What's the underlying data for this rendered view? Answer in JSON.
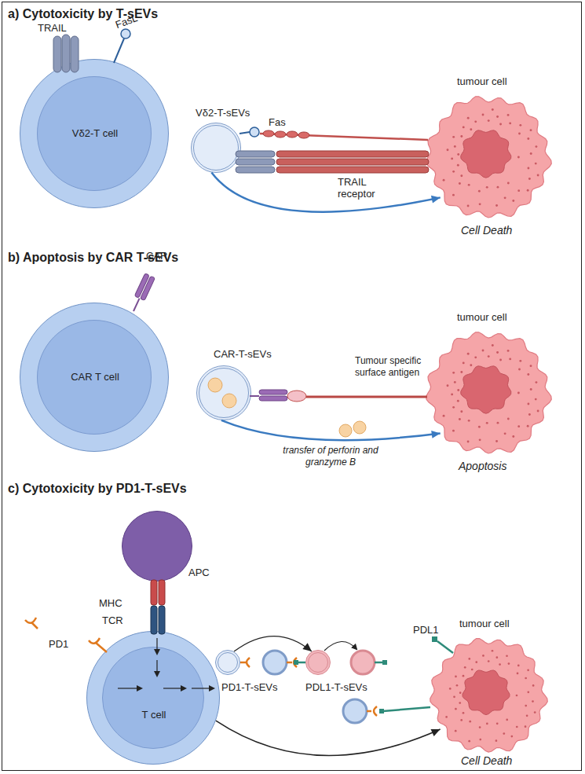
{
  "diagram": {
    "nodes": [
      {
        "text": [
          "Vδ2-T cell"
        ]
      },
      {
        "text": [
          "Vδ2-T-sEVs"
        ]
      },
      {
        "text": [
          "tumour cell",
          "Cell Death"
        ]
      },
      {
        "text": [
          "CAR T cell"
        ]
      },
      {
        "text": [
          "CAR-T-sEVs"
        ]
      },
      {
        "text": [
          "tumour cell",
          "Apoptosis"
        ]
      },
      {
        "text": [
          "APC"
        ]
      },
      {
        "text": [
          "T cell"
        ]
      },
      {
        "text": [
          "PD1-T-sEVs"
        ]
      },
      {
        "text": [
          "PDL1-T-sEVs"
        ]
      },
      {
        "text": [
          "tumour cell",
          "Cell Death"
        ]
      }
    ],
    "edges": [
      {
        "from": 1,
        "to": 2,
        "arrow": "to"
      },
      {
        "from": 4,
        "to": 5,
        "label": "transfer of perforin and granzyme B",
        "arrow": "to"
      },
      {
        "from": 8,
        "to": 9,
        "arrow": "to"
      },
      {
        "from": 7,
        "to": 10,
        "arrow": "to"
      }
    ],
    "labels": [
      "a) Cytotoxicity by T-sEVs",
      "TRAIL",
      "FasL",
      "Fas",
      "TRAIL receptor",
      "b) Apoptosis by CAR T-sEVs",
      "CAR",
      "Tumour specific surface antigen",
      "c) Cytotoxicity by PD1-T-sEVs",
      "MHC",
      "TCR",
      "PD1",
      "PDL1"
    ]
  }
}
